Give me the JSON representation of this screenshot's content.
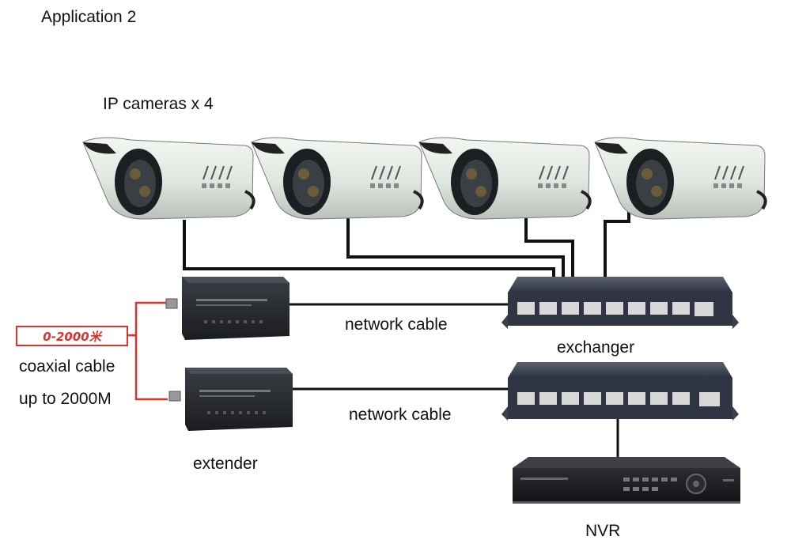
{
  "title": "Application 2",
  "cameras": {
    "label": "IP cameras x 4",
    "count": 4
  },
  "links": {
    "upper": "network cable",
    "lower": "network cable"
  },
  "exchanger": {
    "label": "exchanger"
  },
  "extender": {
    "label": "extender"
  },
  "nvr": {
    "label": "NVR"
  },
  "coax": {
    "badge": "0-2000米",
    "line1": "coaxial cable",
    "line2": "up to 2000M",
    "color": "#e0302a"
  }
}
